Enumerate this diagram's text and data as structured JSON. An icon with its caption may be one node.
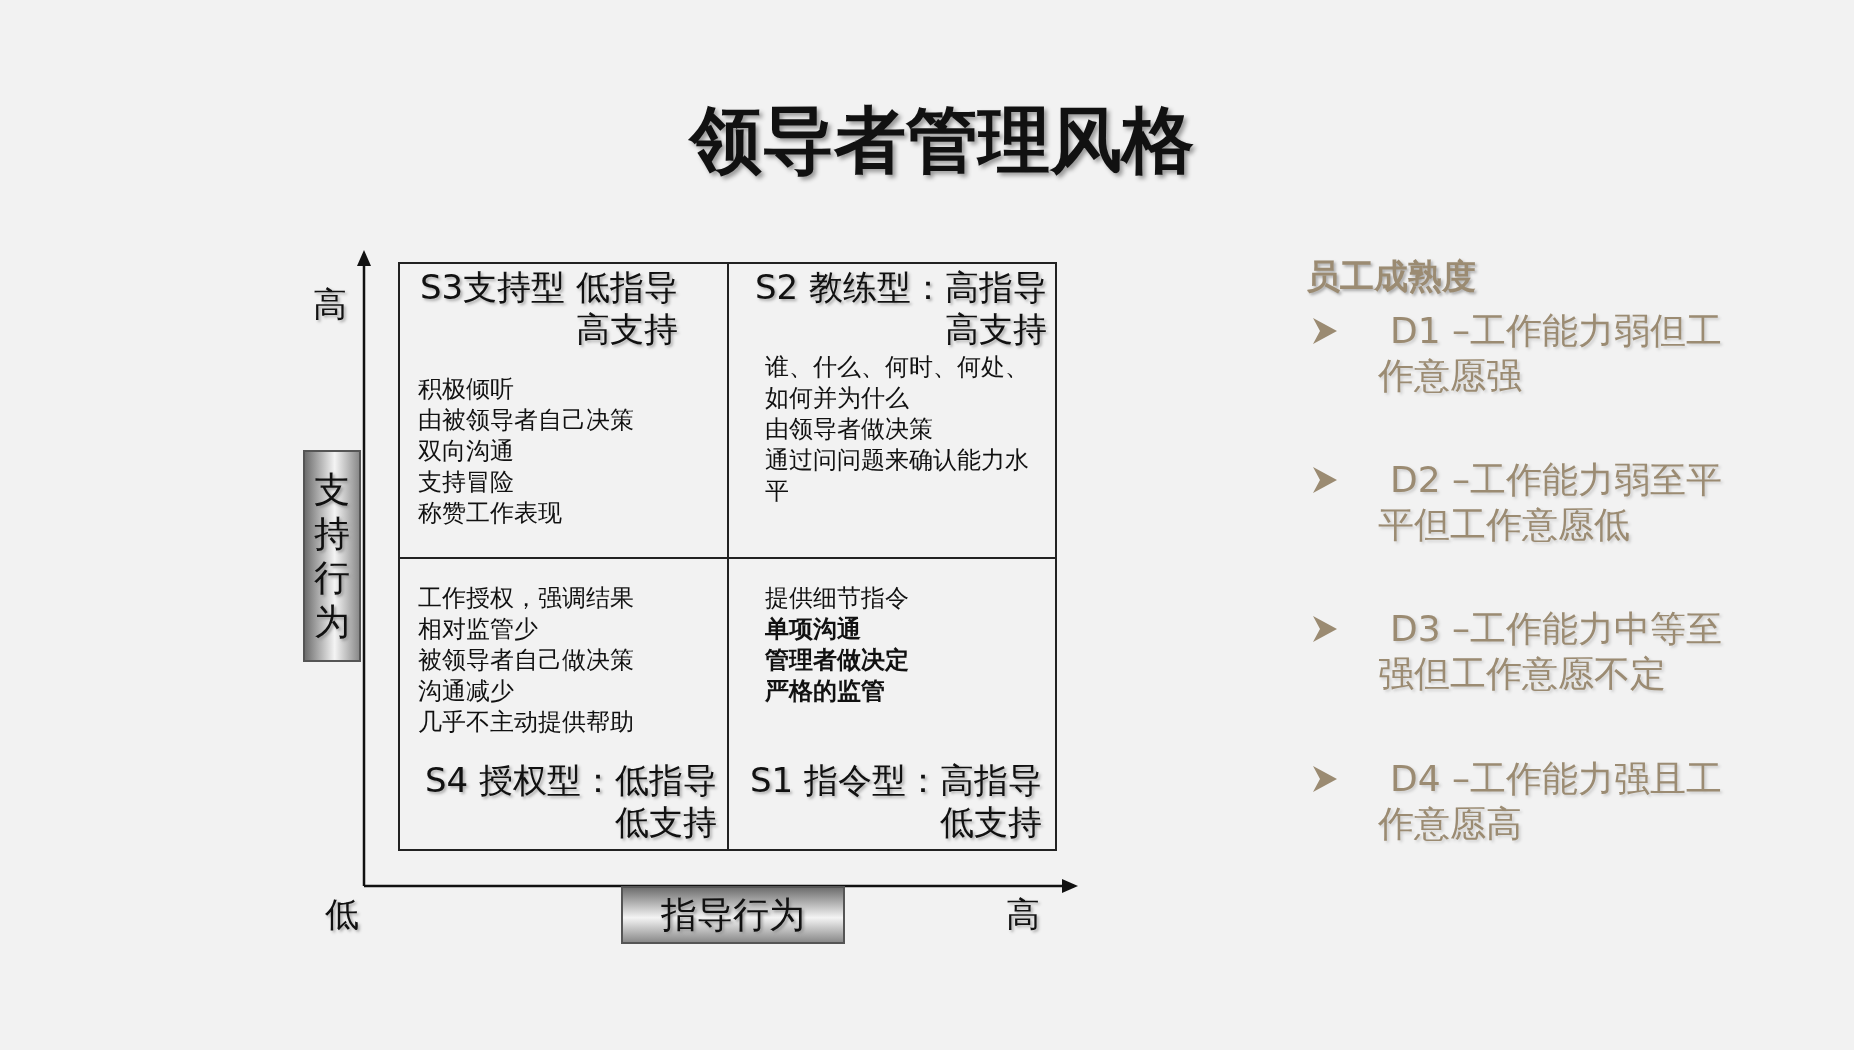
{
  "diagram": {
    "title": "领导者管理风格",
    "nodes": [
      {
        "text": [
          "S3支持型 低指导高支持",
          "积极倾听",
          "由被领导者自己决策",
          "双向沟通",
          "支持冒险",
          "称赞工作表现"
        ]
      },
      {
        "text": [
          "S2 教练型：高指导高支持",
          "谁、什么、何时、何处、如何并为什么",
          "由领导者做决策",
          "通过问问题来确认能力水平"
        ]
      },
      {
        "text": [
          "工作授权，强调结果",
          "相对监管少",
          "被领导者自己做决策",
          "沟通减少",
          "几乎不主动提供帮助",
          "S4 授权型：低指导低支持"
        ]
      },
      {
        "text": [
          "提供细节指令",
          "单项沟通",
          "管理者做决定",
          "严格的监管",
          "S1 指令型：高指导低支持"
        ]
      },
      {
        "text": [
          "支持行为"
        ]
      },
      {
        "text": [
          "指导行为"
        ]
      }
    ],
    "labels": [
      "高",
      "低",
      "高",
      "员工成熟度",
      "D1 –工作能力弱但工作意愿强",
      "D2 –工作能力弱至平平但工作意愿低",
      "D3 –工作能力中等至强但工作意愿不定",
      "D4 –工作能力强且工作意愿高"
    ]
  }
}
